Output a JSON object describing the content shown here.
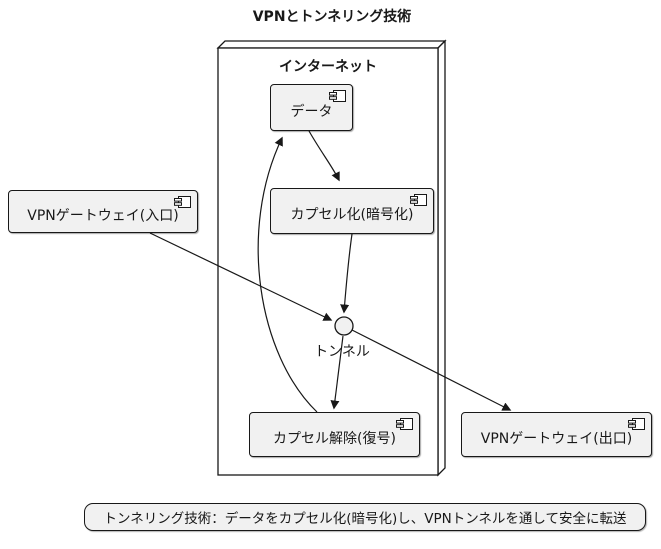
{
  "title": "VPNとトンネリング技術",
  "container": {
    "label": "インターネット",
    "shape": "3d-node"
  },
  "nodes": {
    "data": {
      "label": "データ",
      "type": "component"
    },
    "encapsulate": {
      "label": "カプセル化(暗号化)",
      "type": "component"
    },
    "gateway_in": {
      "label": "VPNゲートウェイ(入口)",
      "type": "component"
    },
    "decapsulate": {
      "label": "カプセル解除(復号)",
      "type": "component"
    },
    "gateway_out": {
      "label": "VPNゲートウェイ(出口)",
      "type": "component"
    },
    "tunnel": {
      "label": "トンネル",
      "type": "interface-circle"
    }
  },
  "edges": [
    {
      "from": "データ",
      "to": "カプセル化(暗号化)"
    },
    {
      "from": "カプセル化(暗号化)",
      "to": "トンネル"
    },
    {
      "from": "VPNゲートウェイ(入口)",
      "to": "トンネル"
    },
    {
      "from": "トンネル",
      "to": "カプセル解除(復号)"
    },
    {
      "from": "トンネル",
      "to": "VPNゲートウェイ(出口)"
    },
    {
      "from": "カプセル解除(復号)",
      "to": "データ"
    }
  ],
  "note": {
    "text": "トンネリング技術：データをカプセル化(暗号化)し、VPNトンネルを通して安全に転送"
  },
  "colors": {
    "background": "#FFFFFF",
    "box_fill": "#F1F1F1",
    "border": "#181818",
    "line": "#181818",
    "text": "#181818"
  }
}
